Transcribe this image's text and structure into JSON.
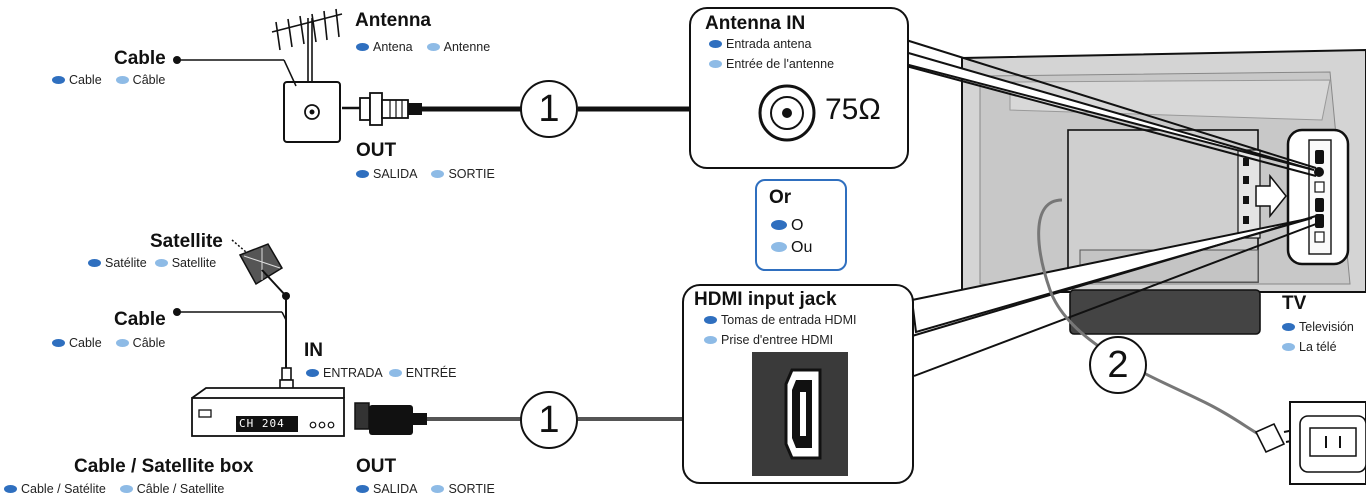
{
  "antenna": {
    "title": "Antenna",
    "es": "Antena",
    "fr": "Antenne"
  },
  "cable_top": {
    "title": "Cable",
    "es": "Cable",
    "fr": "Câble"
  },
  "out_top": {
    "title": "OUT",
    "es": "SALIDA",
    "fr": "SORTIE"
  },
  "antenna_in": {
    "title": "Antenna IN",
    "es": "Entrada antena",
    "fr": "Entrée de l'antenne",
    "impedance": "75Ω"
  },
  "or_box": {
    "title": "Or",
    "es": "O",
    "fr": "Ou"
  },
  "satellite": {
    "title": "Satellite",
    "es": "Satélite",
    "fr": "Satellite"
  },
  "cable_mid": {
    "title": "Cable",
    "es": "Cable",
    "fr": "Câble"
  },
  "in_label": {
    "title": "IN",
    "es": "ENTRADA",
    "fr": "ENTRÉE"
  },
  "box": {
    "title": "Cable / Satellite box",
    "es": "Cable / Satélite",
    "fr": "Câble / Satellite",
    "display": "CH 204"
  },
  "out_bottom": {
    "title": "OUT",
    "es": "SALIDA",
    "fr": "SORTIE"
  },
  "hdmi": {
    "title": "HDMI input jack",
    "es": "Tomas de entrada HDMI",
    "fr": "Prise d'entree HDMI"
  },
  "tv": {
    "title": "TV",
    "es": "Televisión",
    "fr": "La télé"
  },
  "steps": {
    "one": "1",
    "two": "2"
  },
  "colors": {
    "spanish_dot": "#2f6fbf",
    "french_dot": "#8ebbe6",
    "or_border": "#2f6fbf",
    "tv_body": "#d4d4d4"
  }
}
